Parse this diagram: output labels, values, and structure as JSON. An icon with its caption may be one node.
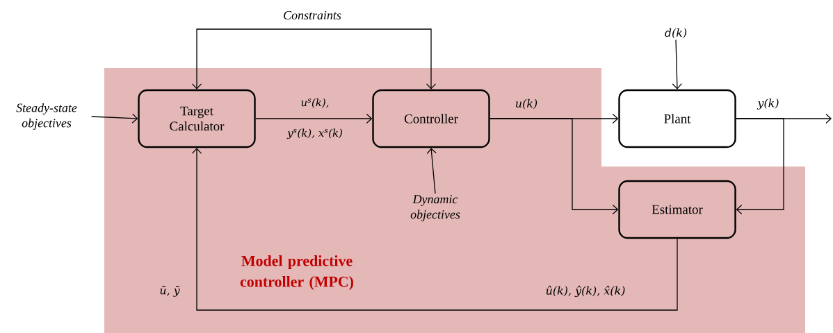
{
  "diagram": {
    "nodes": [
      {
        "text": [
          "Model predictive controller (MPC)"
        ]
      },
      {
        "text": [
          "Steady-state objectives"
        ]
      },
      {
        "text": [
          "Target Calculator"
        ],
        "in": 0
      },
      {
        "text": [
          "Controller"
        ],
        "in": 0
      },
      {
        "text": [
          "d(k)"
        ]
      },
      {
        "text": [
          "Plant"
        ]
      },
      {
        "text": [
          "Dynamic objectives"
        ],
        "in": 0
      },
      {
        "text": [
          "Estimator"
        ],
        "in": 0
      }
    ],
    "edges": [
      {
        "from": null,
        "to": 2,
        "arrow": "to"
      },
      {
        "from": null,
        "to": 3,
        "arrow": "to"
      },
      {
        "from": 1,
        "to": 2,
        "arrow": "to"
      },
      {
        "from": 2,
        "to": 3,
        "arrow": "to",
        "label": "u$^{s}$(k), y$^{s}$(k), x$^{s}$(k)"
      },
      {
        "from": 3,
        "to": 5,
        "arrow": "to",
        "label": "u(k)"
      },
      {
        "from": 3,
        "to": 7,
        "arrow": "to"
      },
      {
        "from": 4,
        "to": 5,
        "arrow": "to"
      },
      {
        "from": 6,
        "to": 3,
        "arrow": "to"
      },
      {
        "from": 5,
        "to": null,
        "arrow": "to",
        "label": "y(k)"
      },
      {
        "from": 5,
        "to": 7,
        "arrow": "to"
      },
      {
        "from": 7,
        "to": 2,
        "arrow": "to",
        "label": "û(k), ŷ(k), x̂(k)"
      }
    ],
    "labels": [
      "Constraints",
      "ū, ȳ"
    ]
  }
}
